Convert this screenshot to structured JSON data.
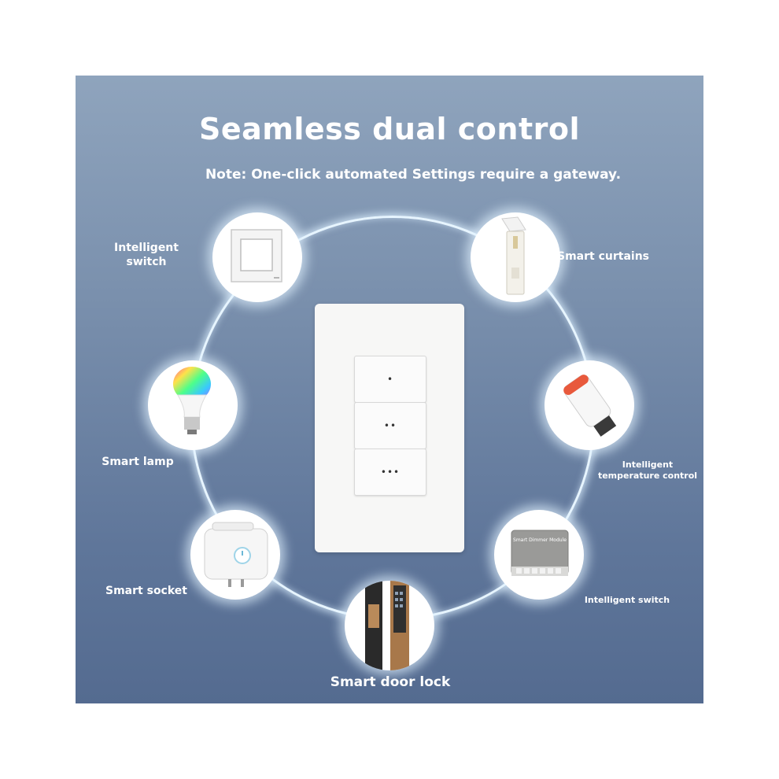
{
  "title": "Seamless dual control",
  "note": "Note: One-click automated Settings require a gateway.",
  "devices": {
    "intelligent_switch_top": "Intelligent\nswitch",
    "smart_curtains": "Smart curtains",
    "smart_lamp": "Smart lamp",
    "intelligent_temperature_control": "Intelligent\ntemperature control",
    "smart_socket": "Smart socket",
    "intelligent_switch_module": "Intelligent switch",
    "smart_door_lock": "Smart door lock"
  },
  "module_text": "Smart Dimmer Module",
  "switch_buttons": [
    "•",
    "••",
    "•••"
  ],
  "colors": {
    "ring": "#e7f5ff",
    "panel_top": "#8fa4bd",
    "panel_bottom": "#546b90"
  }
}
